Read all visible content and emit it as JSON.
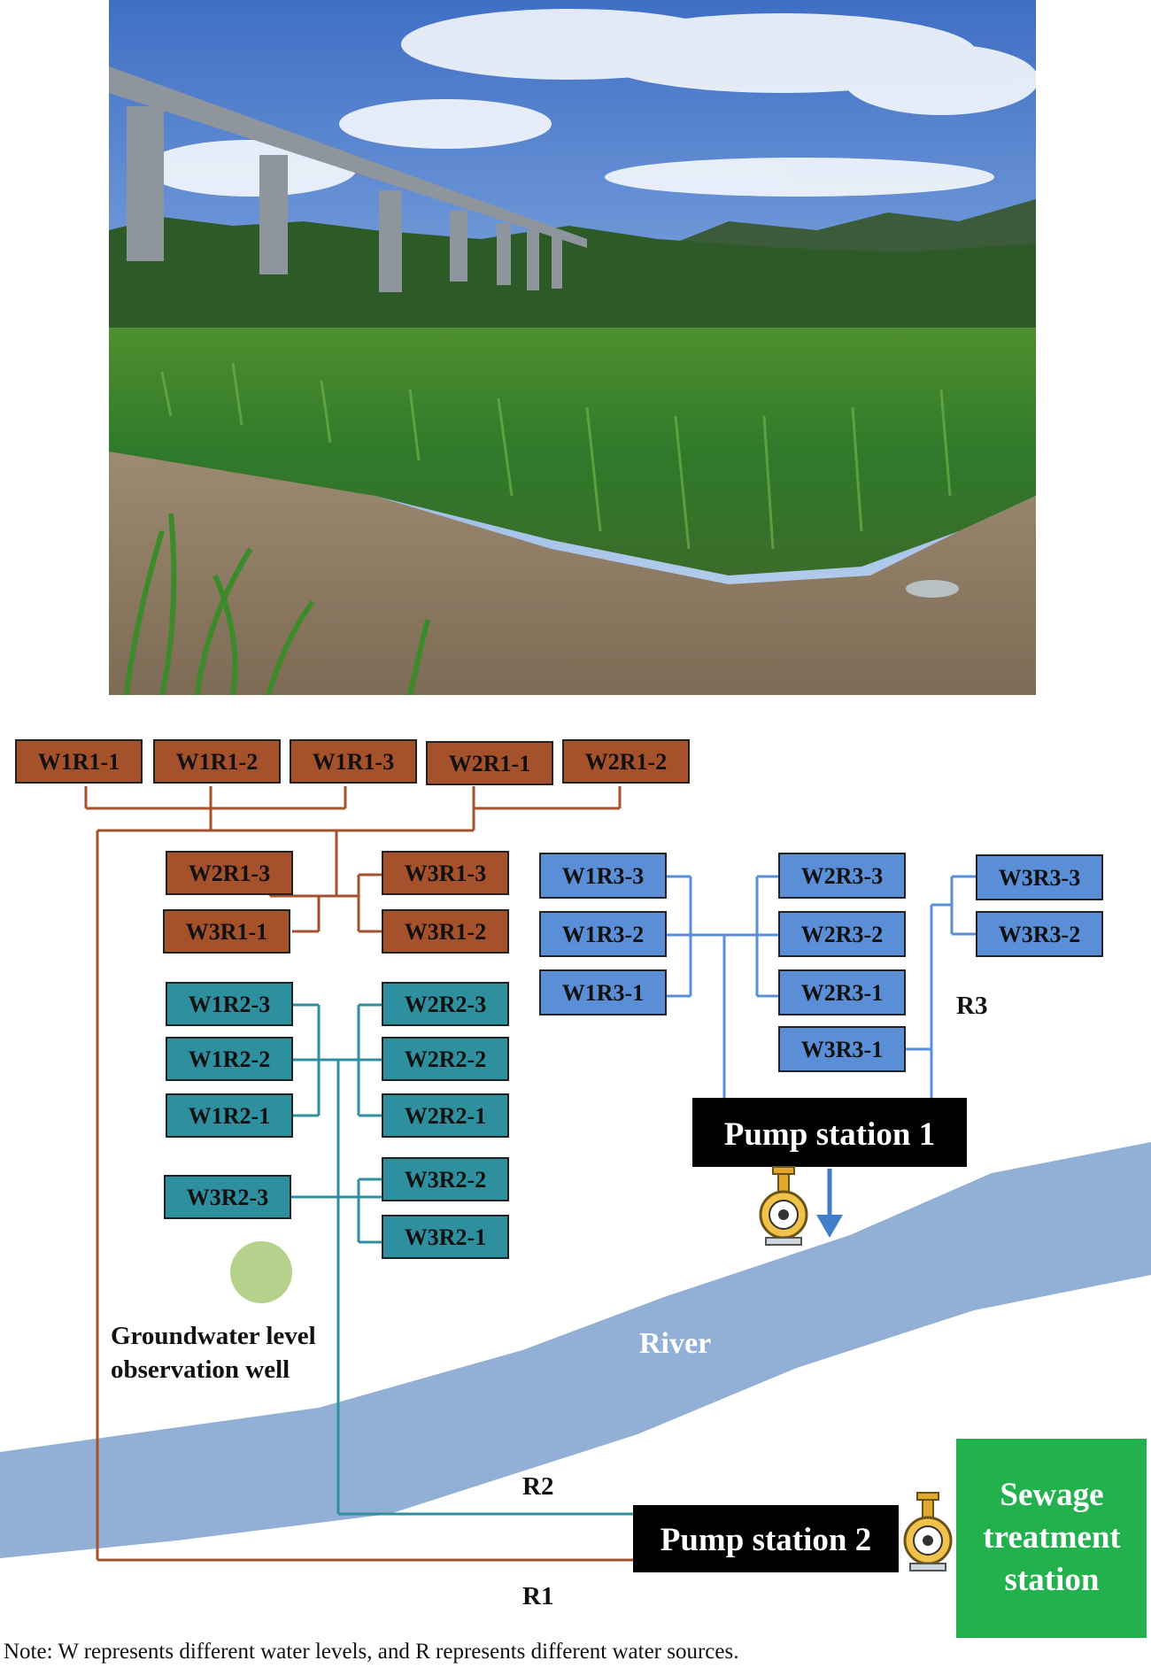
{
  "photo": {
    "description": "paddy-field"
  },
  "colors": {
    "r1": "#a5512c",
    "r2": "#2e8f9e",
    "r3": "#5a8fd8",
    "river": "#92afd6",
    "pump": "#000000",
    "sewage": "#22b14c",
    "well": "#b5d28c"
  },
  "r1_boxes": [
    "W1R1-1",
    "W1R1-2",
    "W1R1-3",
    "W2R1-1",
    "W2R1-2",
    "W2R1-3",
    "W3R1-3",
    "W3R1-1",
    "W3R1-2"
  ],
  "r2_boxes": [
    "W1R2-3",
    "W2R2-3",
    "W1R2-2",
    "W2R2-2",
    "W1R2-1",
    "W2R2-1",
    "W3R2-3",
    "W3R2-2",
    "W3R2-1"
  ],
  "r3_boxes": [
    "W1R3-3",
    "W2R3-3",
    "W3R3-3",
    "W1R3-2",
    "W2R3-2",
    "W3R3-2",
    "W1R3-1",
    "W2R3-1",
    "W3R3-1"
  ],
  "labels": {
    "r1": "R1",
    "r2": "R2",
    "r3": "R3",
    "pump1": "Pump station 1",
    "pump2": "Pump station 2",
    "river": "River",
    "well_line1": "Groundwater level",
    "well_line2": "observation well",
    "sewage_line1": "Sewage",
    "sewage_line2": "treatment",
    "sewage_line3": "station"
  },
  "icons": {
    "pump": "pump-icon",
    "arrow": "down-arrow-icon"
  },
  "note": "Note: W represents different water levels, and R represents different water sources."
}
